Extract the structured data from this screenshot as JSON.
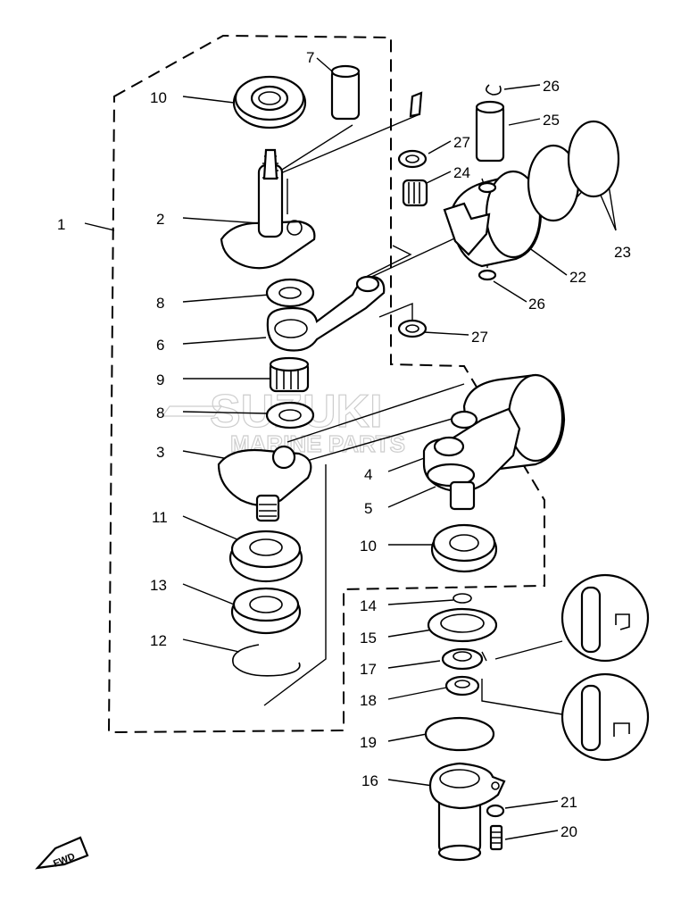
{
  "labels": {
    "l1": "1",
    "l2": "2",
    "l3": "3",
    "l4": "4",
    "l5": "5",
    "l6": "6",
    "l7": "7",
    "l8a": "8",
    "l8b": "8",
    "l9": "9",
    "l10a": "10",
    "l10b": "10",
    "l11": "11",
    "l12": "12",
    "l13": "13",
    "l14": "14",
    "l15": "15",
    "l16": "16",
    "l17": "17",
    "l18": "18",
    "l19": "19",
    "l20": "20",
    "l21": "21",
    "l22": "22",
    "l23": "23",
    "l24": "24",
    "l25": "25",
    "l26a": "26",
    "l26b": "26",
    "l27a": "27",
    "l27b": "27"
  },
  "watermark": {
    "brand": "SUZUKI",
    "sub": "MARINE PARTS"
  },
  "fwd_label": "FWD"
}
